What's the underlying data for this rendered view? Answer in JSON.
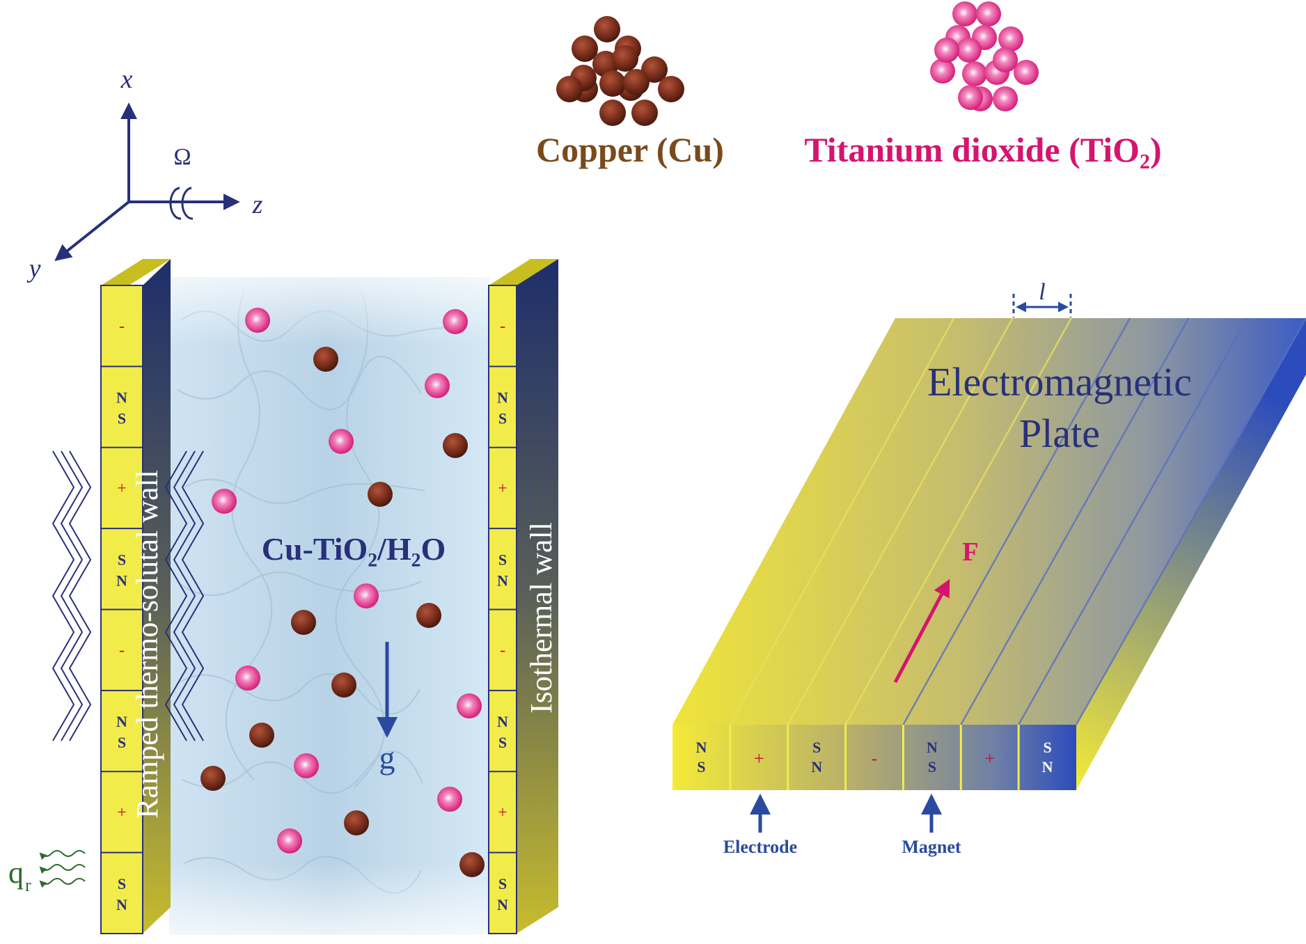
{
  "axes": {
    "x_label": "x",
    "y_label": "y",
    "z_label": "z",
    "rotation_label": "Ω"
  },
  "legend": {
    "copper_label": "Copper (Cu)",
    "titanium_label": "Titanium dioxide (TiO₂)"
  },
  "colors": {
    "copper": "#7a2e1c",
    "tio2": "#e0157a",
    "navy": "#28307a",
    "wall_yellow": "#f2ec4a",
    "copper_text": "#7a4a1c",
    "tio2_text": "#d4156e",
    "heat_green": "#2e6b2e"
  },
  "left_wall": {
    "label": "Ramped thermo-solutal wall",
    "segments": [
      "-",
      "N S",
      "+",
      "S N",
      "-",
      "N S",
      "+",
      "S N"
    ]
  },
  "right_wall": {
    "label": "Isothermal wall",
    "segments": [
      "-",
      "N S",
      "+",
      "S N",
      "-",
      "N S",
      "+",
      "S N"
    ]
  },
  "fluid": {
    "label": "Cu-TiO₂/H₂O",
    "gravity_label": "g"
  },
  "heat_flux": {
    "label_main": "q",
    "label_sub": "r"
  },
  "plate": {
    "title_line1": "Electromagnetic",
    "title_line2": "Plate",
    "force_label": "F",
    "spacing_label": "l",
    "segments": [
      "N S",
      "+",
      "S N",
      "-",
      "N S",
      "+",
      "S N"
    ],
    "electrode_label": "Electrode",
    "magnet_label": "Magnet"
  }
}
